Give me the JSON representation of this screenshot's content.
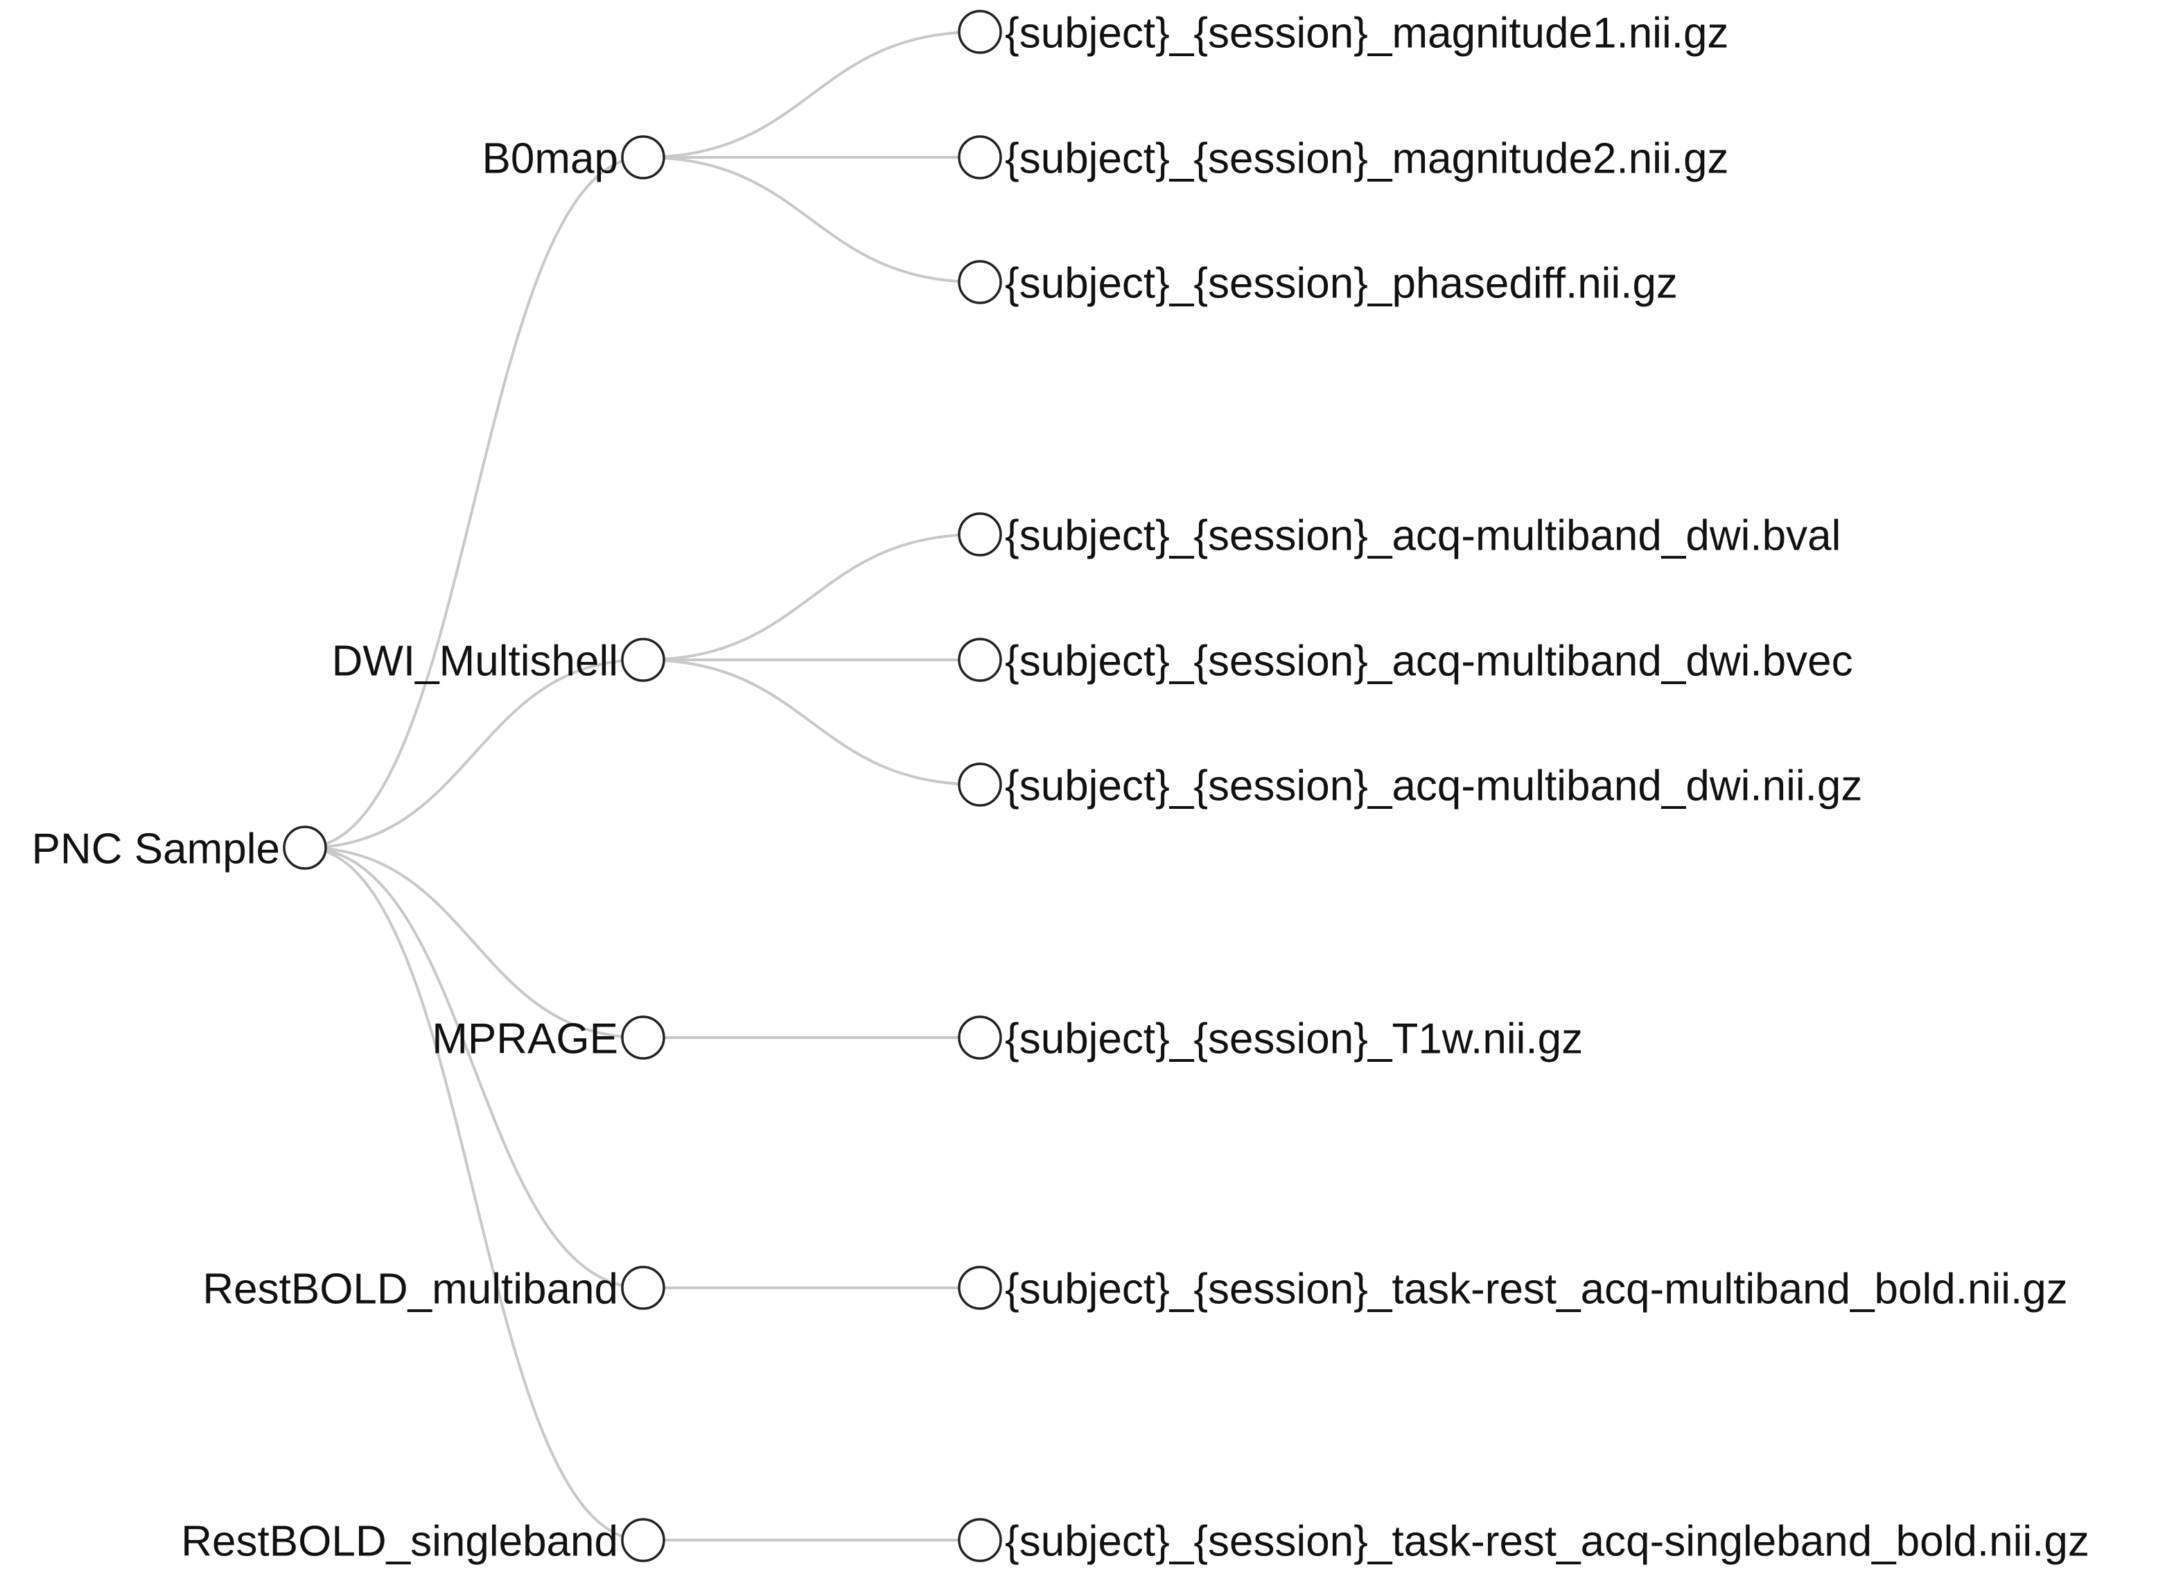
{
  "tree": {
    "root": {
      "label": "PNC Sample",
      "children": [
        {
          "label": "B0map",
          "children": [
            "{subject}_{session}_magnitude1.nii.gz",
            "{subject}_{session}_magnitude2.nii.gz",
            "{subject}_{session}_phasediff.nii.gz"
          ]
        },
        {
          "label": "DWI_Multishell",
          "children": [
            "{subject}_{session}_acq-multiband_dwi.bval",
            "{subject}_{session}_acq-multiband_dwi.bvec",
            "{subject}_{session}_acq-multiband_dwi.nii.gz"
          ]
        },
        {
          "label": "MPRAGE",
          "children": [
            "{subject}_{session}_T1w.nii.gz"
          ]
        },
        {
          "label": "RestBOLD_multiband",
          "children": [
            "{subject}_{session}_task-rest_acq-multiband_bold.nii.gz"
          ]
        },
        {
          "label": "RestBOLD_singleband",
          "children": [
            "{subject}_{session}_task-rest_acq-singleband_bold.nii.gz"
          ]
        }
      ]
    }
  },
  "colors": {
    "link": "#c8c8c8",
    "node_stroke": "#222222",
    "node_fill": "#ffffff",
    "text": "#111111",
    "background": "#ffffff"
  }
}
